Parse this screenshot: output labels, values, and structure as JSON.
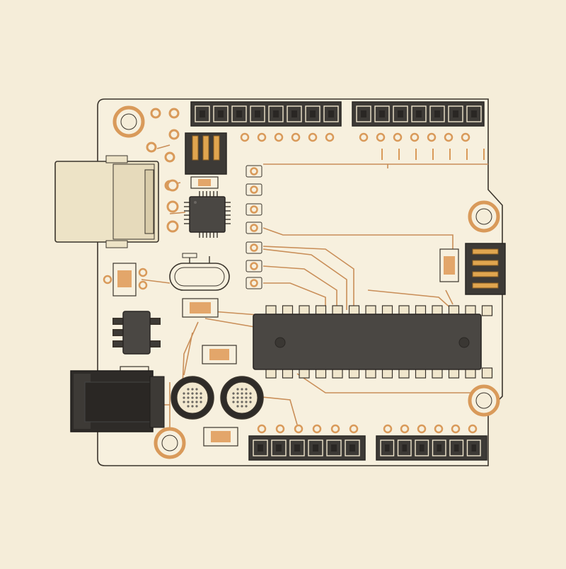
{
  "palette": {
    "background": "#f5edd9",
    "board": "#f7f0de",
    "outline": "#3a342c",
    "copper": "#d99a5a",
    "trace": "#c98e58",
    "chip": "#4a4743",
    "header": "#3d3a36",
    "gold": "#e0a54f",
    "usb": "#ede3c6",
    "cap": "#2e2b28",
    "smd": "#e3a66a"
  },
  "components": [
    {
      "id": "usb-connector",
      "kind": "usb-b"
    },
    {
      "id": "dc-power-jack",
      "kind": "barrel-jack"
    },
    {
      "id": "atmega-dip28",
      "kind": "dip-ic",
      "pins_per_side": 14
    },
    {
      "id": "usb-interface-chip",
      "kind": "qfn-ic"
    },
    {
      "id": "voltage-regulator",
      "kind": "sot-223"
    },
    {
      "id": "crystal",
      "kind": "hc-49"
    },
    {
      "id": "electrolytic-caps",
      "kind": "radial-cap",
      "count": 2
    },
    {
      "id": "icsp-header-top",
      "kind": "pin-header",
      "pins": 3
    },
    {
      "id": "icsp-header-right",
      "kind": "pin-header",
      "pins": 4
    },
    {
      "id": "top-header-left",
      "kind": "female-header",
      "pins": 8
    },
    {
      "id": "top-header-right",
      "kind": "female-header",
      "pins": 7
    },
    {
      "id": "bottom-header-left",
      "kind": "female-header",
      "pins": 6
    },
    {
      "id": "bottom-header-right",
      "kind": "female-header",
      "pins": 6
    },
    {
      "id": "mounting-holes",
      "kind": "hole",
      "count": 4
    }
  ]
}
